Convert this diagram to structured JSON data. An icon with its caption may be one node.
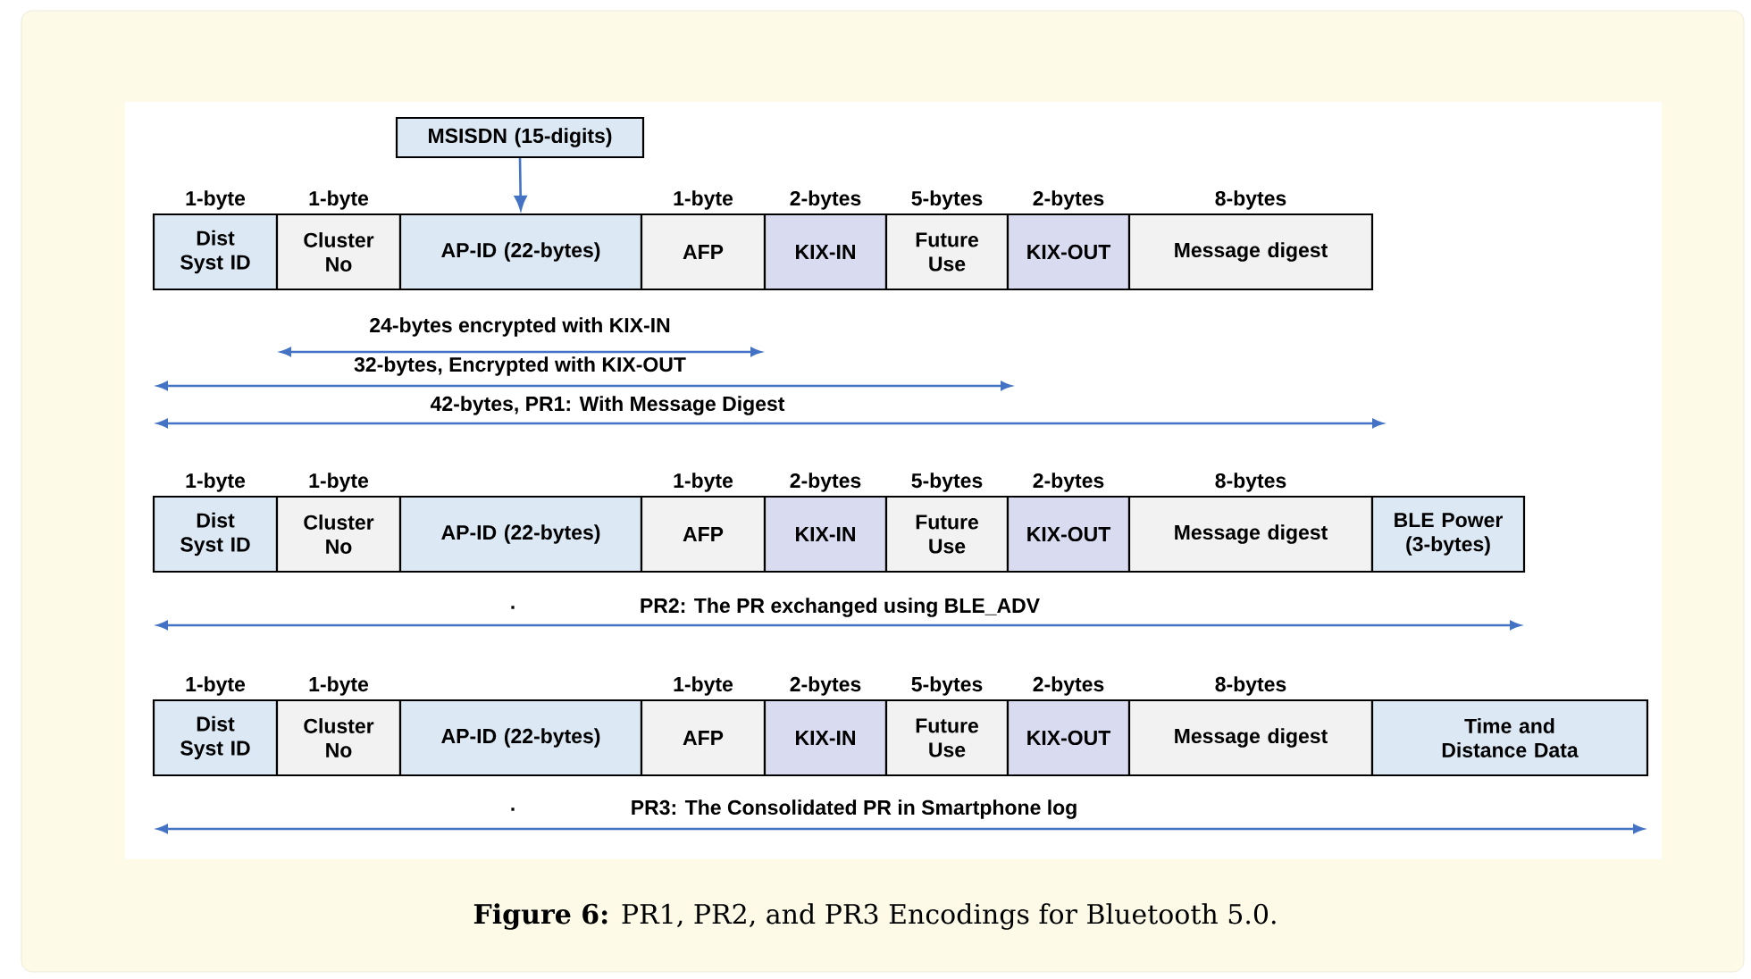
{
  "diagram": {
    "caption": "**Figure 6:** PR1, PR2, and PR3 Encodings for Bluetooth 5.0.",
    "nodes": [
      {
        "text": [
          "MSISDN (15-digits)"
        ]
      },
      {
        "text": [
          "1-byte",
          "Dist Syst ID"
        ]
      },
      {
        "text": [
          "1-byte",
          "Cluster No"
        ]
      },
      {
        "text": [
          "AP-ID (22-bytes)"
        ]
      },
      {
        "text": [
          "1-byte",
          "AFP"
        ]
      },
      {
        "text": [
          "2-bytes",
          "KIX-IN"
        ]
      },
      {
        "text": [
          "5-bytes",
          "Future Use"
        ]
      },
      {
        "text": [
          "2-bytes",
          "KIX-OUT"
        ]
      },
      {
        "text": [
          "8-bytes",
          "Message digest"
        ]
      },
      {
        "text": [
          "1-byte",
          "Dist Syst ID"
        ]
      },
      {
        "text": [
          "1-byte",
          "Cluster No"
        ]
      },
      {
        "text": [
          "AP-ID (22-bytes)"
        ]
      },
      {
        "text": [
          "1-byte",
          "AFP"
        ]
      },
      {
        "text": [
          "2-bytes",
          "KIX-IN"
        ]
      },
      {
        "text": [
          "5-bytes",
          "Future Use"
        ]
      },
      {
        "text": [
          "2-bytes",
          "KIX-OUT"
        ]
      },
      {
        "text": [
          "8-bytes",
          "Message digest"
        ]
      },
      {
        "text": [
          "BLE Power (3-bytes)"
        ]
      },
      {
        "text": [
          "1-byte",
          "Dist Syst ID"
        ]
      },
      {
        "text": [
          "1-byte",
          "Cluster No"
        ]
      },
      {
        "text": [
          "AP-ID (22-bytes)"
        ]
      },
      {
        "text": [
          "1-byte",
          "AFP"
        ]
      },
      {
        "text": [
          "2-bytes",
          "KIX-IN"
        ]
      },
      {
        "text": [
          "5-bytes",
          "Future Use"
        ]
      },
      {
        "text": [
          "2-bytes",
          "KIX-OUT"
        ]
      },
      {
        "text": [
          "8-bytes",
          "Message digest"
        ]
      },
      {
        "text": [
          "Time and Distance Data"
        ]
      }
    ],
    "edges": [
      {
        "from": 0,
        "to": 3,
        "arrow": "to"
      }
    ],
    "labels": [
      "24-bytes encrypted with KIX-IN",
      "32-bytes,  Encrypted with KIX-OUT",
      "42-bytes,  PR1: With Message Digest",
      ".",
      "PR2: The PR exchanged using BLE_ADV",
      ".",
      "PR3: The Consolidated PR in Smartphone log"
    ]
  }
}
